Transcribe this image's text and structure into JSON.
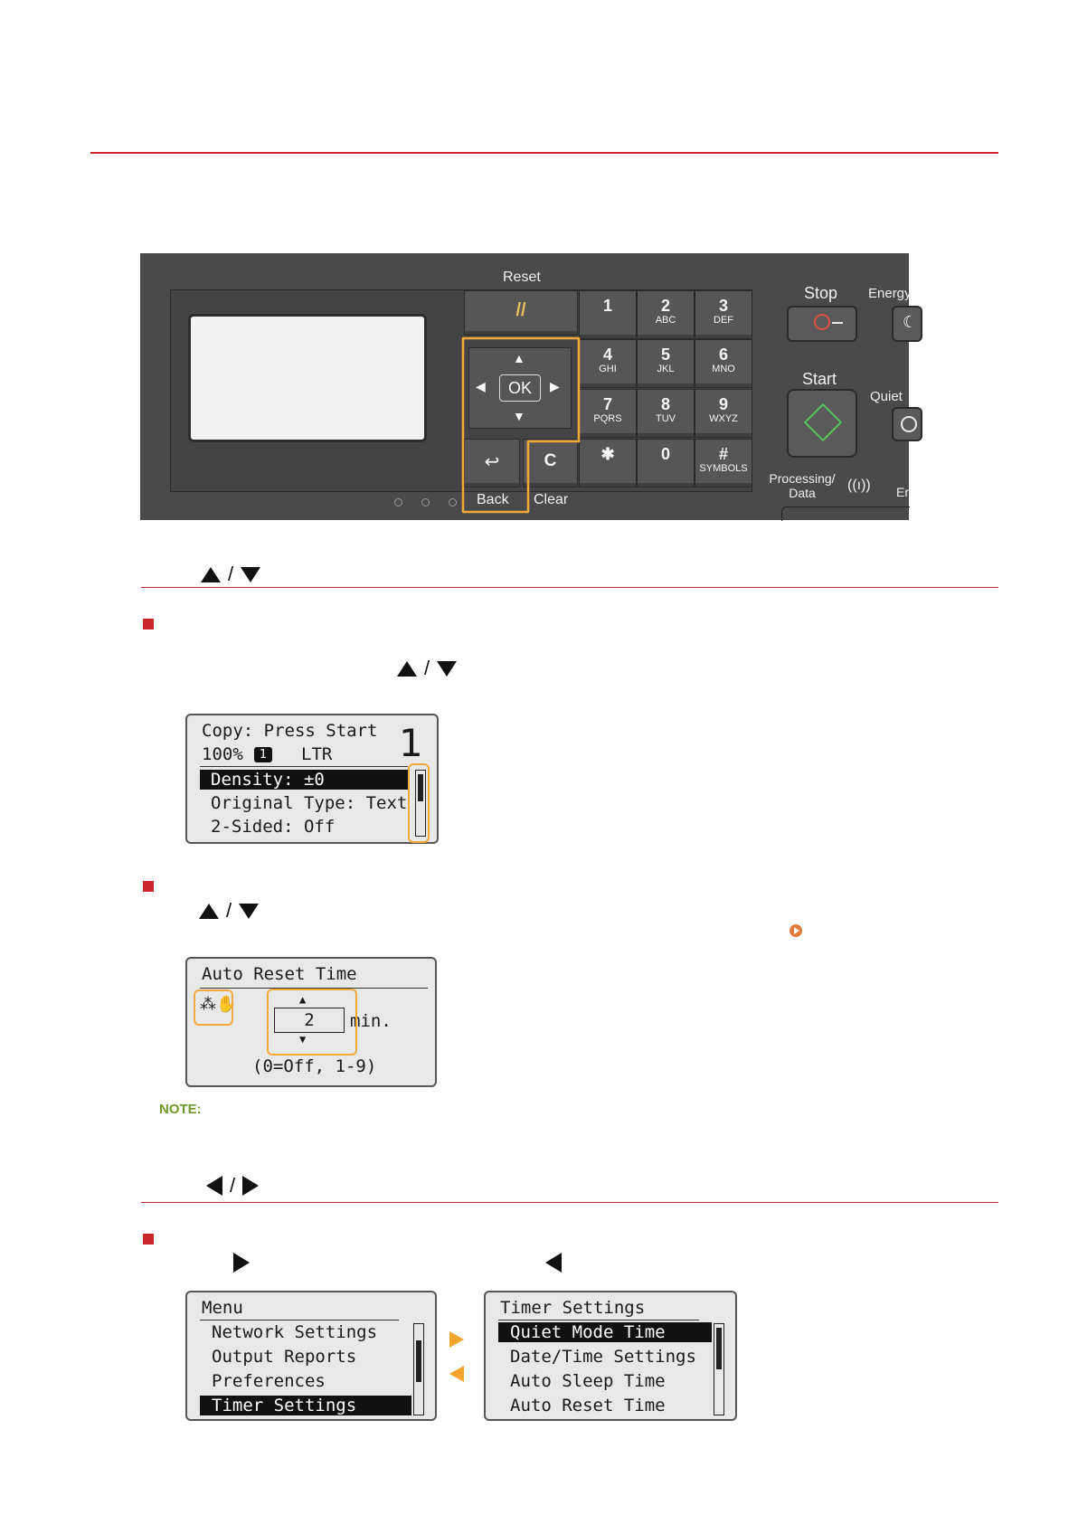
{
  "panel": {
    "labels": {
      "reset": "Reset",
      "stop": "Stop",
      "energy": "Energy",
      "start": "Start",
      "quiet": "Quiet",
      "back": "Back",
      "clear": "Clear",
      "processing_data": "Processing/ Data",
      "ok": "OK",
      "er": "Er"
    },
    "keys": [
      {
        "big": "1",
        "small": ""
      },
      {
        "big": "2",
        "small": "ABC"
      },
      {
        "big": "3",
        "small": "DEF"
      },
      {
        "big": "4",
        "small": "GHI"
      },
      {
        "big": "5",
        "small": "JKL"
      },
      {
        "big": "6",
        "small": "MNO"
      },
      {
        "big": "7",
        "small": "PQRS"
      },
      {
        "big": "8",
        "small": "TUV"
      },
      {
        "big": "9",
        "small": "WXYZ"
      },
      {
        "big": "✱",
        "small": ""
      },
      {
        "big": "0",
        "small": ""
      },
      {
        "big": "#",
        "small": "SYMBOLS"
      }
    ],
    "icons": [
      "reset-icon",
      "back-icon",
      "clear-icon",
      "stop-icon",
      "energy-icon",
      "start-icon",
      "quiet-icon",
      "wireless-icon"
    ]
  },
  "screen1": {
    "line1": "Copy: Press Start",
    "pct": "100%",
    "tray": "1",
    "paper": "LTR",
    "count": "1",
    "rows": [
      "Density: ±0",
      "Original Type: Text",
      "2-Sided: Off"
    ]
  },
  "screen2": {
    "title": "Auto Reset Time",
    "value": "2",
    "unit": "min.",
    "range": "(0=Off, 1-9)"
  },
  "note_label": "NOTE:",
  "screen3": {
    "title": "Menu",
    "rows": [
      "Network Settings",
      "Output Reports",
      "Preferences",
      "Timer Settings"
    ]
  },
  "screen4": {
    "title": "Timer Settings",
    "rows": [
      "Quiet Mode Time",
      "Date/Time Settings",
      "Auto Sleep Time",
      "Auto Reset Time"
    ]
  },
  "colors": {
    "accent_red": "#c8282a",
    "highlight_orange": "#f2a93b",
    "note_green": "#6f9a2a"
  }
}
